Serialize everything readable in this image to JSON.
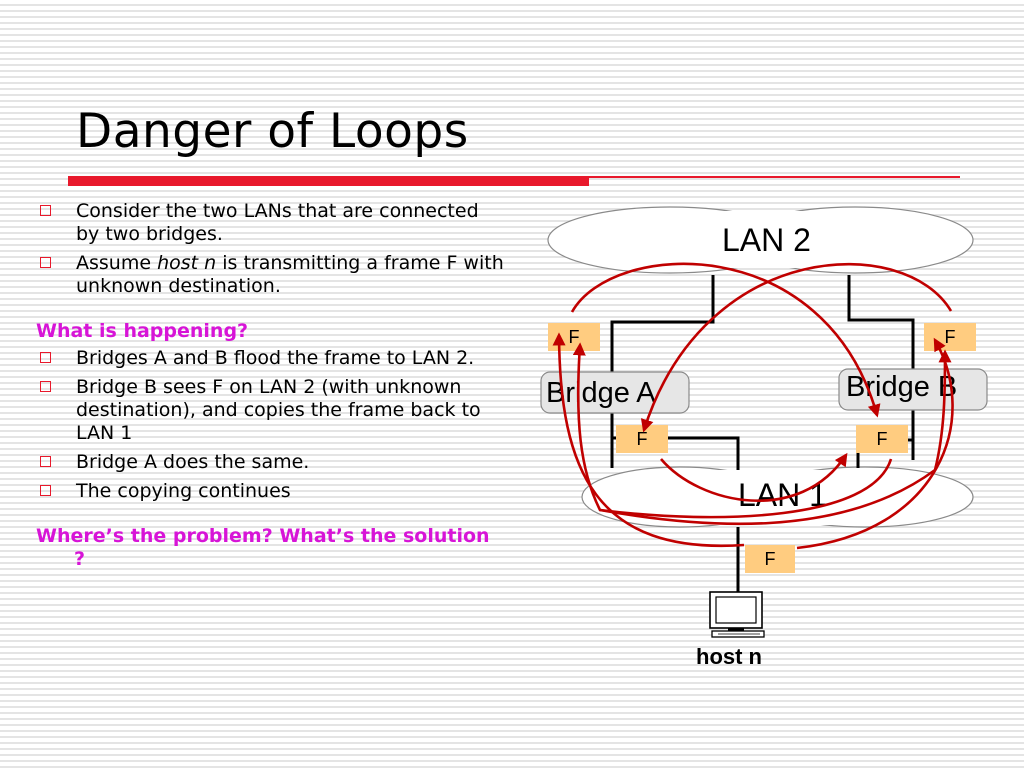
{
  "slide": {
    "title": "Danger of Loops"
  },
  "bullets": {
    "b1": "Consider the two LANs that are connected by two bridges.",
    "b2_pre": "Assume ",
    "b2_em": "host n",
    "b2_post": " is transmitting a frame F with unknown destination.",
    "q1": "What is happening?",
    "b3": "Bridges A and B flood the frame to LAN 2.",
    "b4": "Bridge B sees F on LAN 2 (with unknown destination), and copies the frame back to LAN 1",
    "b5": "Bridge A does the same.",
    "b6": "The copying continues",
    "q2": "Where’s the problem? What’s the solution ?"
  },
  "diagram": {
    "lan2_label": "LAN 2",
    "lan1_label": "LAN 1",
    "bridge_a_label": "Bridge A",
    "bridge_b_label": "Bridge B",
    "frame_label": "F",
    "host_label": "host n"
  },
  "colors": {
    "accent_red": "#e8192c",
    "question_magenta": "#d714d7",
    "arrow_red": "#c00000",
    "frame_fill": "#ffcc80",
    "bridge_fill": "#e6e6e6"
  }
}
